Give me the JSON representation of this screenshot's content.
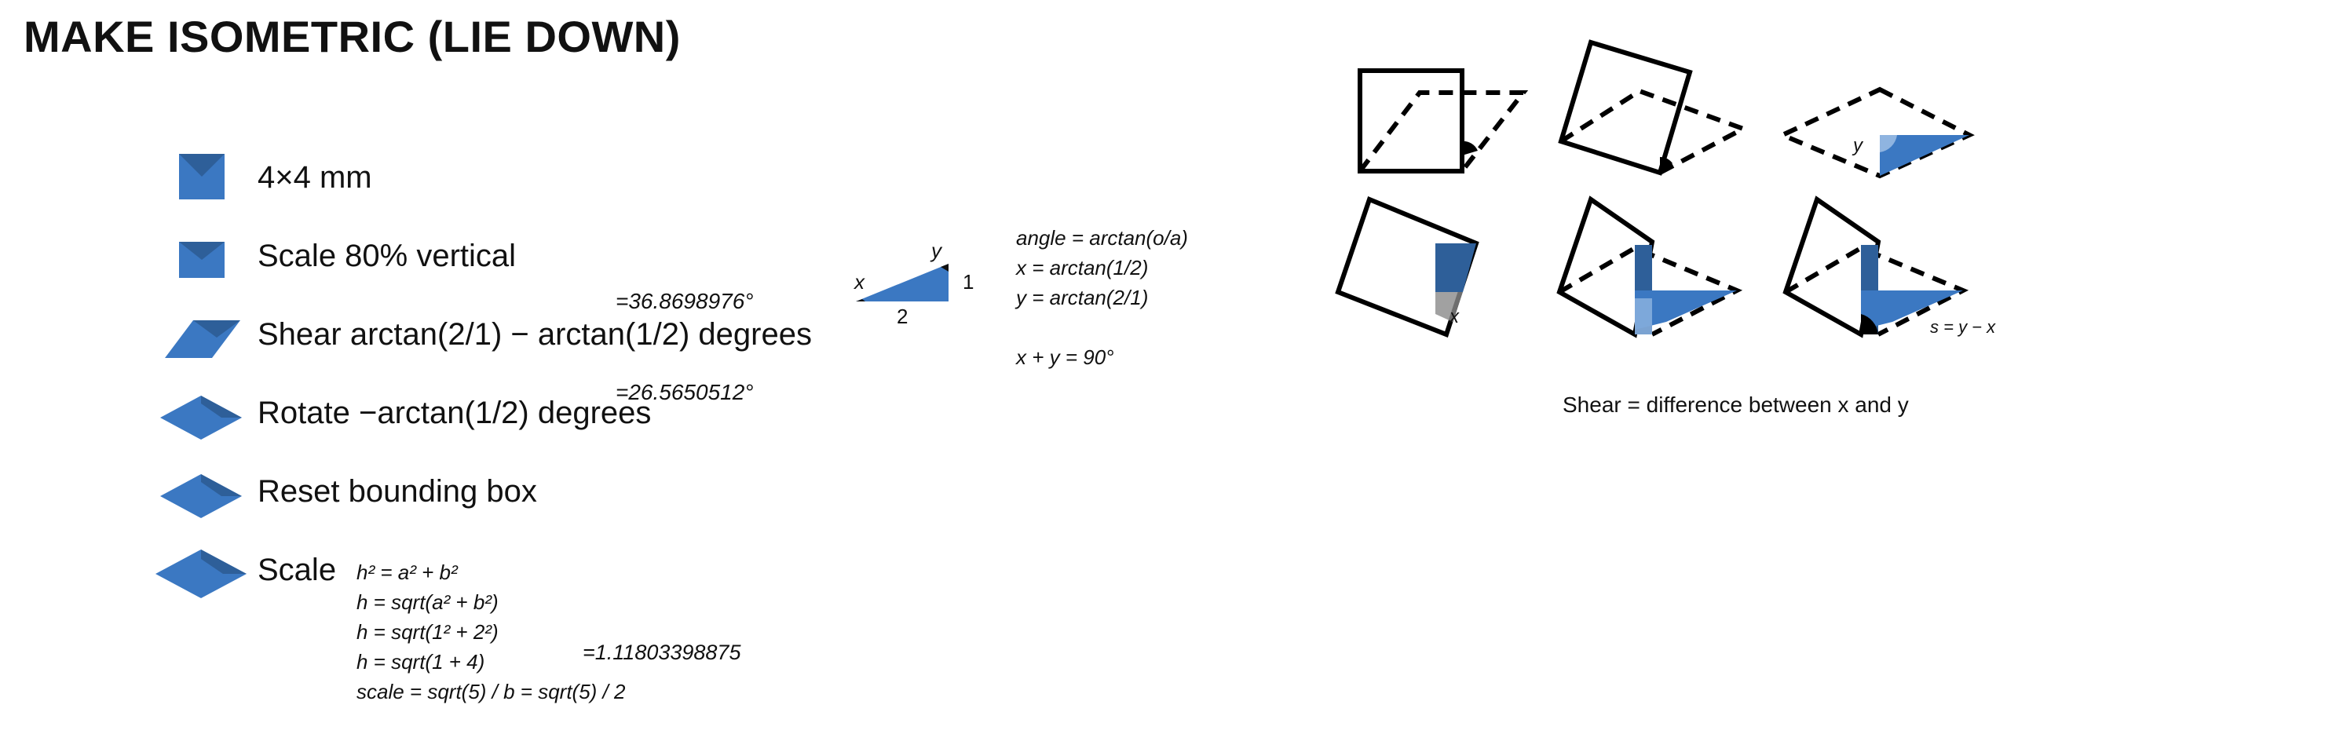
{
  "title": "MAKE ISOMETRIC (LIE DOWN)",
  "steps": [
    {
      "label": "4×4 mm"
    },
    {
      "label": "Scale 80% vertical"
    },
    {
      "label": "Shear arctan(2/1) − arctan(1/2) degrees",
      "value": "=36.8698976°"
    },
    {
      "label": "Rotate −arctan(1/2) degrees",
      "value": "=26.5650512°"
    },
    {
      "label": "Reset bounding box"
    },
    {
      "label": "Scale"
    }
  ],
  "scale_formula": [
    "h² = a² + b²",
    "h = sqrt(a² + b²)",
    "h = sqrt(1² + 2²)",
    "h = sqrt(1 + 4)",
    "scale = sqrt(5) / b = sqrt(5) / 2"
  ],
  "scale_value": "=1.11803398875",
  "triangle": {
    "x_label": "x",
    "y_label": "y",
    "side_a": "1",
    "side_b": "2"
  },
  "angle_formulas": [
    "angle = arctan(o/a)",
    "x = arctan(1/2)",
    "y = arctan(2/1)",
    "",
    "x + y = 90°"
  ],
  "diagram_labels": {
    "y": "y",
    "x": "x",
    "s": "s = y − x"
  },
  "caption": "Shear = difference between x and y",
  "colors": {
    "blue": "#3b78c2",
    "dark_blue": "#2e5f99",
    "light_blue": "#8fb4e0"
  }
}
